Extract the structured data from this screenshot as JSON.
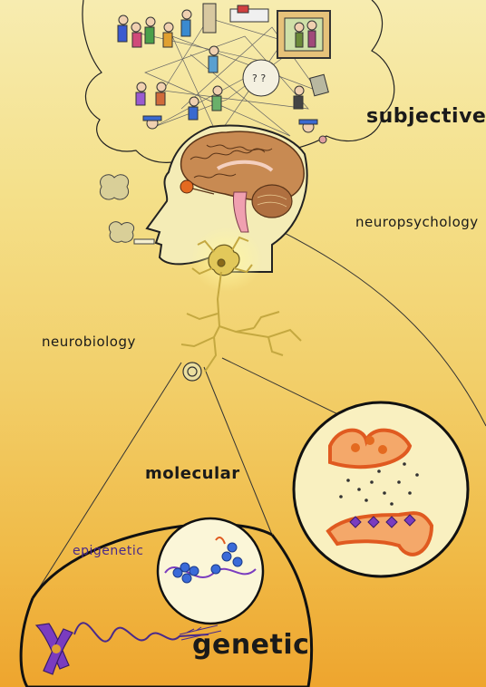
{
  "labels": {
    "subjective": "subjective",
    "neuropsychology": "neuropsychology",
    "neurobiology": "neurobiology",
    "molecular": "molecular",
    "epigenetic": "epigenetic",
    "genetic": "genetic"
  },
  "palette": {
    "background_top": "#f6e9a8",
    "background_bottom": "#f0a830",
    "brain": "#c07a45",
    "neuron": "#e2c85a",
    "synapse": "#f08a3a",
    "dna_blue": "#3a6ad8",
    "chromosome": "#7a3cbf"
  },
  "icons": [
    "thought-bubble-icon",
    "brain-icon",
    "neuron-icon",
    "synapse-icon",
    "dna-icon",
    "chromosome-icon"
  ]
}
